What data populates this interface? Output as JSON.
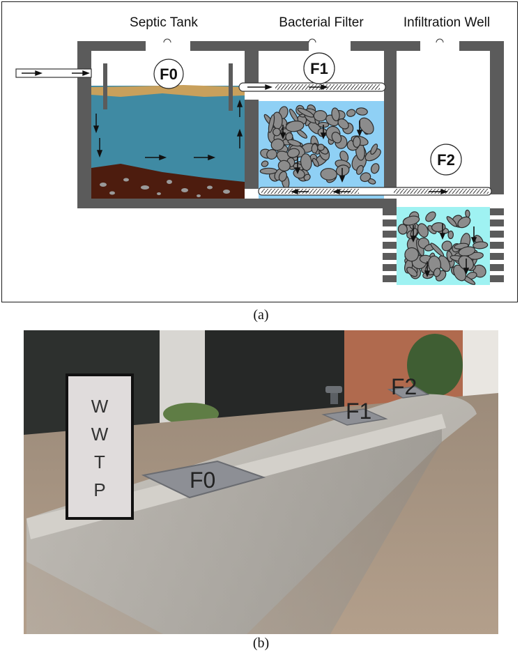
{
  "diagram": {
    "headers": {
      "septic": "Septic Tank",
      "filter": "Bacterial Filter",
      "well": "Infiltration Well"
    },
    "labels": {
      "f0": "F0",
      "f1": "F1",
      "f2": "F2"
    },
    "caption": "(a)",
    "colors": {
      "walls": "#5b5b5b",
      "water": "#3f8aa3",
      "scum": "#c8a05c",
      "sludge": "#4d1c0e",
      "filter_water": "#8fd0f5",
      "well_water": "#9ff2f2",
      "gravel": "#8c8c8c"
    }
  },
  "photo": {
    "sign": {
      "line1": "W",
      "line2": "W",
      "line3": "T",
      "line4": "P"
    },
    "labels": {
      "f0": "F0",
      "f1": "F1",
      "f2": "F2"
    },
    "caption": "(b)"
  }
}
